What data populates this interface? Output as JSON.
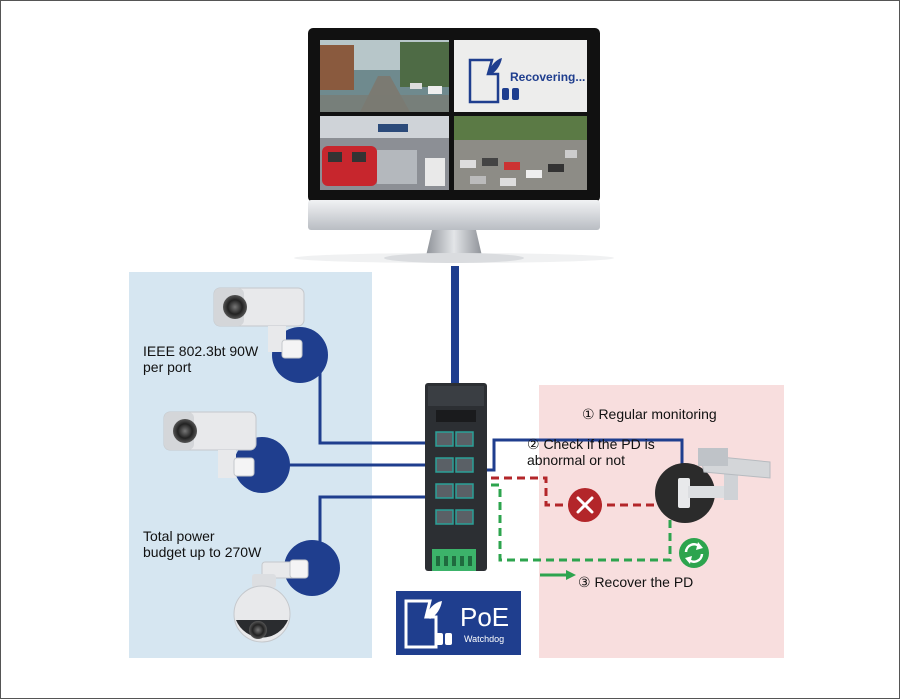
{
  "labels": {
    "poe_spec": "IEEE 802.3bt 90W\nper port",
    "budget": "Total power\nbudget up to 270W",
    "step1": "① Regular monitoring",
    "step2": "② Check if the PD is\nabnormal or not",
    "step3": "③ Recover the PD"
  },
  "monitor": {
    "status_text": "Recovering..."
  },
  "badge": {
    "title": "PoE",
    "subtitle": "Watchdog"
  },
  "colors": {
    "link_blue": "#1f3e8e",
    "check_red": "#b3262a",
    "recover_green": "#2da44e",
    "left_panel": "#d6e6f1",
    "right_panel": "#f8dede"
  }
}
